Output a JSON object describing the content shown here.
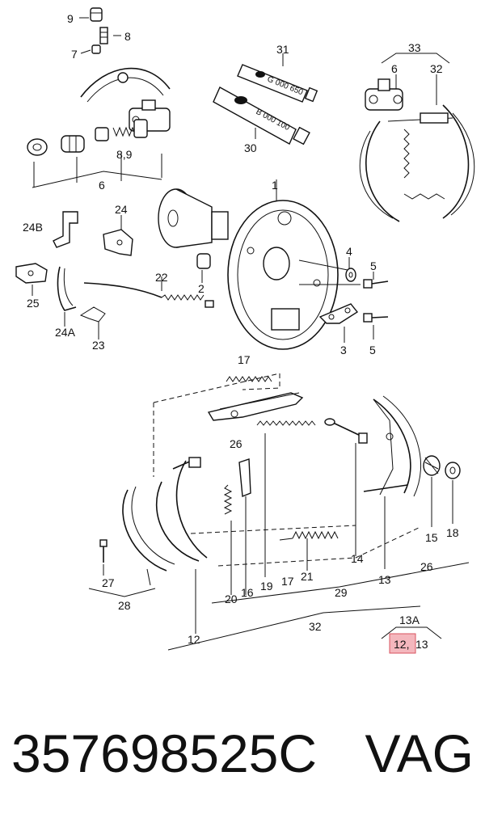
{
  "labels": {
    "l9": "9",
    "l8": "8",
    "l7": "7",
    "l31": "31",
    "l33": "33",
    "l6a": "6",
    "l32a": "32",
    "l30": "30",
    "l89": "8,9",
    "l6b": "6",
    "l1": "1",
    "l24": "24",
    "l24b": "24B",
    "l25": "25",
    "l24a": "24A",
    "l22": "22",
    "l4": "4",
    "l5a": "5",
    "l2": "2",
    "l3": "3",
    "l5b": "5",
    "l23": "23",
    "l17a": "17",
    "l26a": "26",
    "l14": "14",
    "l15": "15",
    "l18": "18",
    "l27": "27",
    "l28": "28",
    "l20": "20",
    "l16": "16",
    "l19": "19",
    "l17b": "17",
    "l21": "21",
    "l13": "13",
    "l26b": "26",
    "l29": "29",
    "l12": "12",
    "l32b": "32",
    "l13A": "13A",
    "l12c": "12,",
    "l13c": "13"
  },
  "tubes": {
    "upper": "G 000 650",
    "lower": "B 000 100"
  },
  "caption": {
    "part_number": "357698525C",
    "brand": "VAG"
  },
  "highlight_color": "#f4b7bd"
}
